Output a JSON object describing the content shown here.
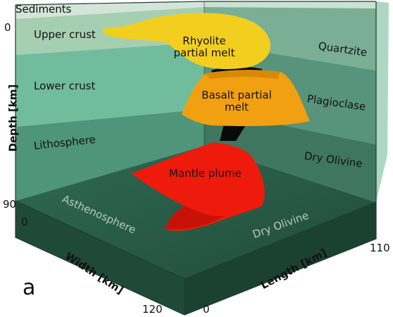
{
  "panel_label": "a",
  "axes": {
    "depth": {
      "label": "Depth [km]",
      "ticks": [
        "0",
        "90"
      ]
    },
    "width": {
      "label": "Width [km]",
      "ticks": [
        "0",
        "120"
      ]
    },
    "length": {
      "label": "Length [km]",
      "ticks": [
        "0",
        "110"
      ]
    }
  },
  "left_wall_layers": [
    "Sediments",
    "Upper crust",
    "Lower crust",
    "Lithosphere",
    "Asthenosphere"
  ],
  "right_wall_layers": [
    "Quartzite",
    "Plagioclase",
    "Dry Olivine",
    "Dry Olivine"
  ],
  "bodies": {
    "rhyolite": "Rhyolite partial melt",
    "basalt": "Basalt partial melt",
    "plume": "Mantle plume"
  },
  "colors": {
    "sediments": "#cfe3d6",
    "upper_crust": "#98c8a8",
    "lower_crust": "#62b694",
    "lithosphere": "#3d8a6c",
    "asthenosphere": "#2a5c47",
    "rhyolite": "#f2cf1e",
    "basalt": "#f0a010",
    "plume": "#ee1a0c",
    "conduit": "#0a0a0a"
  }
}
